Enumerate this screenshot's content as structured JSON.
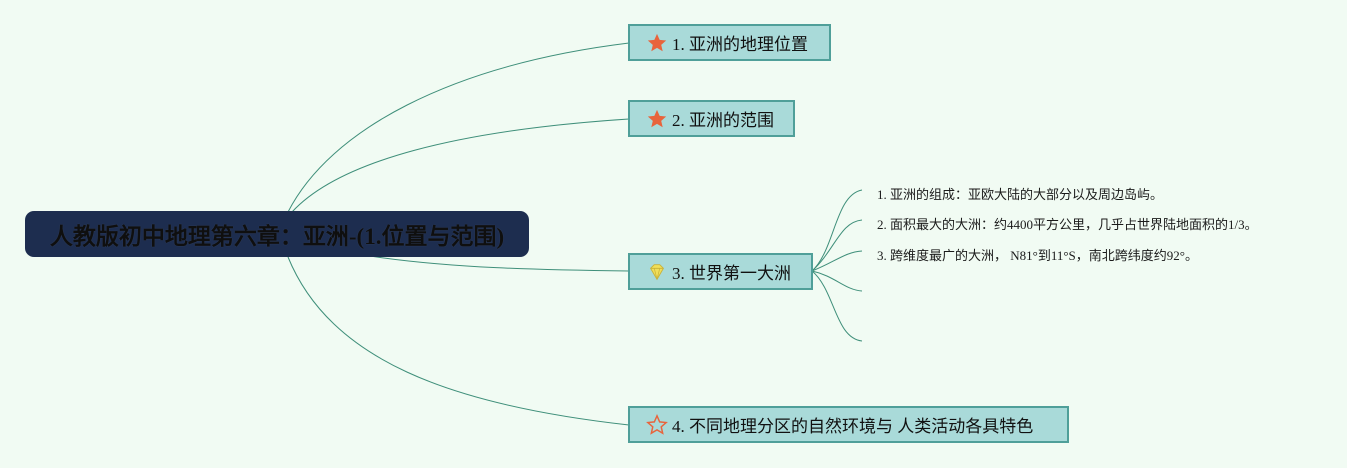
{
  "root": {
    "label": "人教版初中地理第六章：亚洲-(1.位置与范围)"
  },
  "branches": [
    {
      "label": "1. 亚洲的地理位置",
      "icon": "orange-star-icon"
    },
    {
      "label": "2. 亚洲的范围",
      "icon": "orange-star-icon"
    },
    {
      "label": "3. 世界第一大洲",
      "icon": "yellow-diamond-icon"
    },
    {
      "label": "4. 不同地理分区的自然环境与 人类活动各具特色",
      "icon": "outline-star-icon"
    }
  ],
  "leaves": [
    {
      "label": "1. 亚洲的组成：亚欧大陆的大部分以及周边岛屿。"
    },
    {
      "label": "2. 面积最大的大洲：约4400平方公里，几乎占世界陆地面积的1/3。"
    },
    {
      "label": "3. 跨维度最广的大洲， N81°到11°S，南北跨纬度约92°。"
    }
  ],
  "colors": {
    "background": "#f1fbf3",
    "root_fill": "#1d2d4f",
    "node_fill": "#a9dad9",
    "node_border": "#4f9f99",
    "connector": "#3f8f7a",
    "star_orange": "#e8643c",
    "diamond_yellow": "#f0df5a"
  }
}
